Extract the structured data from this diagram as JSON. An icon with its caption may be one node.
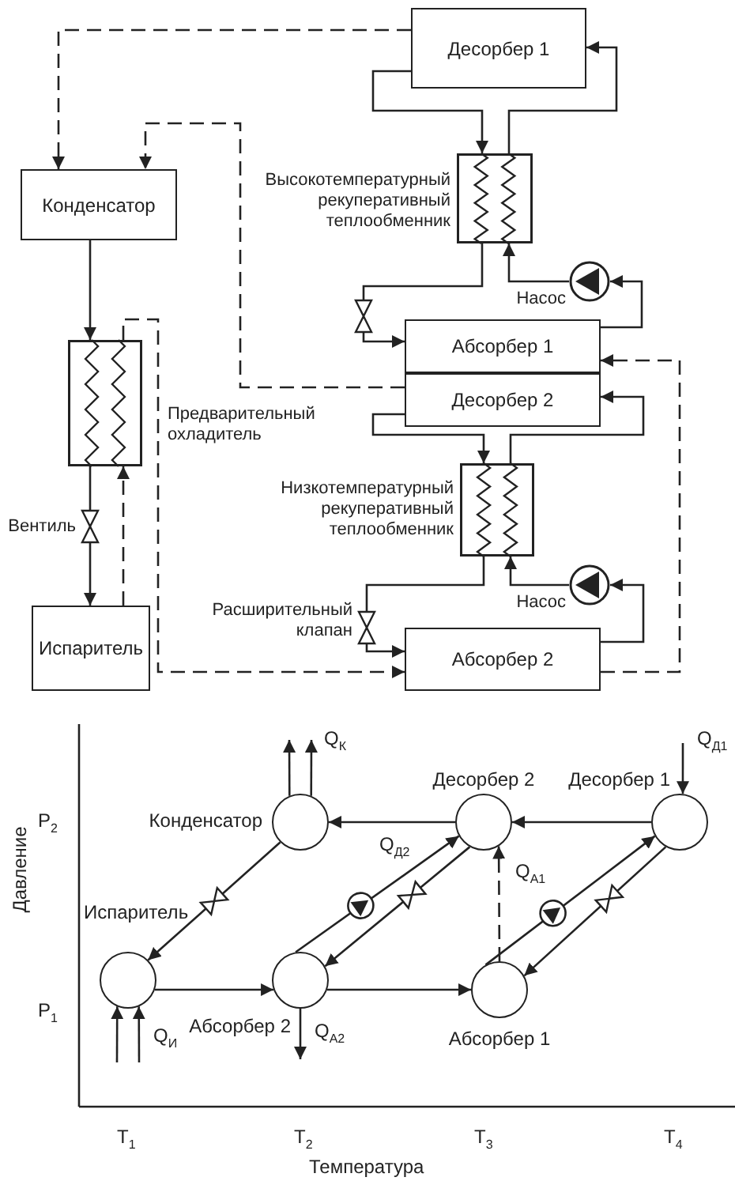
{
  "diagram": {
    "nodes": [
      {
        "text": [
          "Десорбер 1"
        ]
      },
      {
        "text": [
          "Конденсатор"
        ]
      },
      {
        "text": [
          "Высокотемпературный рекуперативный теплообменник"
        ]
      },
      {
        "text": [
          "Насос"
        ]
      },
      {
        "text": [],
        "shape": "valve"
      },
      {
        "text": [
          "Абсорбер 1"
        ]
      },
      {
        "text": [
          "Десорбер 2"
        ]
      },
      {
        "text": [
          "Предварительный охладитель"
        ]
      },
      {
        "text": [
          "Вентиль"
        ]
      },
      {
        "text": [
          "Испаритель"
        ]
      },
      {
        "text": [
          "Низкотемпературный рекуперативный теплообменник"
        ]
      },
      {
        "text": [
          "Насос"
        ]
      },
      {
        "text": [
          "Расширительный клапан"
        ]
      },
      {
        "text": [
          "Абсорбер 2"
        ]
      },
      {
        "text": [
          "Конденсатор"
        ]
      },
      {
        "text": [
          "Десорбер 2"
        ]
      },
      {
        "text": [
          "Десорбер 1"
        ]
      },
      {
        "text": [
          "Испаритель"
        ]
      },
      {
        "text": [
          "Абсорбер 2"
        ]
      },
      {
        "text": [
          "Абсорбер 1"
        ]
      }
    ],
    "edges": [
      {
        "from": 0,
        "to": 2,
        "arrow": "to"
      },
      {
        "from": 2,
        "to": 0,
        "arrow": "to"
      },
      {
        "from": 0,
        "to": 1,
        "arrow": "to",
        "style": "dashed"
      },
      {
        "from": 6,
        "to": 1,
        "arrow": "to",
        "style": "dashed"
      },
      {
        "from": 1,
        "to": 7,
        "arrow": "to"
      },
      {
        "from": 2,
        "to": 4,
        "arrow": "none"
      },
      {
        "from": 4,
        "to": 5,
        "arrow": "to"
      },
      {
        "from": 5,
        "to": 3,
        "arrow": "to"
      },
      {
        "from": 3,
        "to": 2,
        "arrow": "to"
      },
      {
        "from": 7,
        "to": 8,
        "arrow": "none"
      },
      {
        "from": 8,
        "to": 9,
        "arrow": "to"
      },
      {
        "from": 9,
        "to": 7,
        "arrow": "to",
        "style": "dashed"
      },
      {
        "from": 7,
        "to": 13,
        "arrow": "to",
        "style": "dashed"
      },
      {
        "from": 13,
        "to": 5,
        "arrow": "to",
        "style": "dashed"
      },
      {
        "from": 6,
        "to": 10,
        "arrow": "to"
      },
      {
        "from": 10,
        "to": 6,
        "arrow": "to"
      },
      {
        "from": 10,
        "to": 12,
        "arrow": "none"
      },
      {
        "from": 12,
        "to": 13,
        "arrow": "to"
      },
      {
        "from": 13,
        "to": 11,
        "arrow": "to"
      },
      {
        "from": 11,
        "to": 10,
        "arrow": "to"
      },
      {
        "from": 16,
        "to": 15,
        "arrow": "to"
      },
      {
        "from": 15,
        "to": 14,
        "arrow": "to"
      },
      {
        "from": 14,
        "to": 17,
        "arrow": "to"
      },
      {
        "from": 17,
        "to": 18,
        "arrow": "to"
      },
      {
        "from": 18,
        "to": 19,
        "arrow": "to"
      },
      {
        "from": 18,
        "to": 15,
        "arrow": "to"
      },
      {
        "from": 15,
        "to": 18,
        "arrow": "to"
      },
      {
        "from": 19,
        "to": 16,
        "arrow": "to"
      },
      {
        "from": 16,
        "to": 19,
        "arrow": "to"
      },
      {
        "from": 19,
        "to": 15,
        "arrow": "to",
        "style": "dashed",
        "label": "Q$_{А1}$"
      },
      {
        "from": 14,
        "to": null,
        "arrow": "to"
      },
      {
        "from": 14,
        "to": null,
        "arrow": "to",
        "label": "Q$_{К}$"
      },
      {
        "from": null,
        "to": 16,
        "arrow": "to",
        "label": "Q$_{Д1}$"
      },
      {
        "from": null,
        "to": 17,
        "arrow": "to"
      },
      {
        "from": null,
        "to": 17,
        "arrow": "to",
        "label": "Q$_{И}$"
      },
      {
        "from": 18,
        "to": null,
        "arrow": "to",
        "label": "Q$_{А2}$"
      }
    ],
    "labels": [
      "P$_{2}$",
      "Q$_{Д2}$",
      "Давление",
      "P$_{1}$",
      "T$_{1}$",
      "T$_{2}$",
      "T$_{3}$",
      "T$_{4}$",
      "Температура"
    ]
  }
}
